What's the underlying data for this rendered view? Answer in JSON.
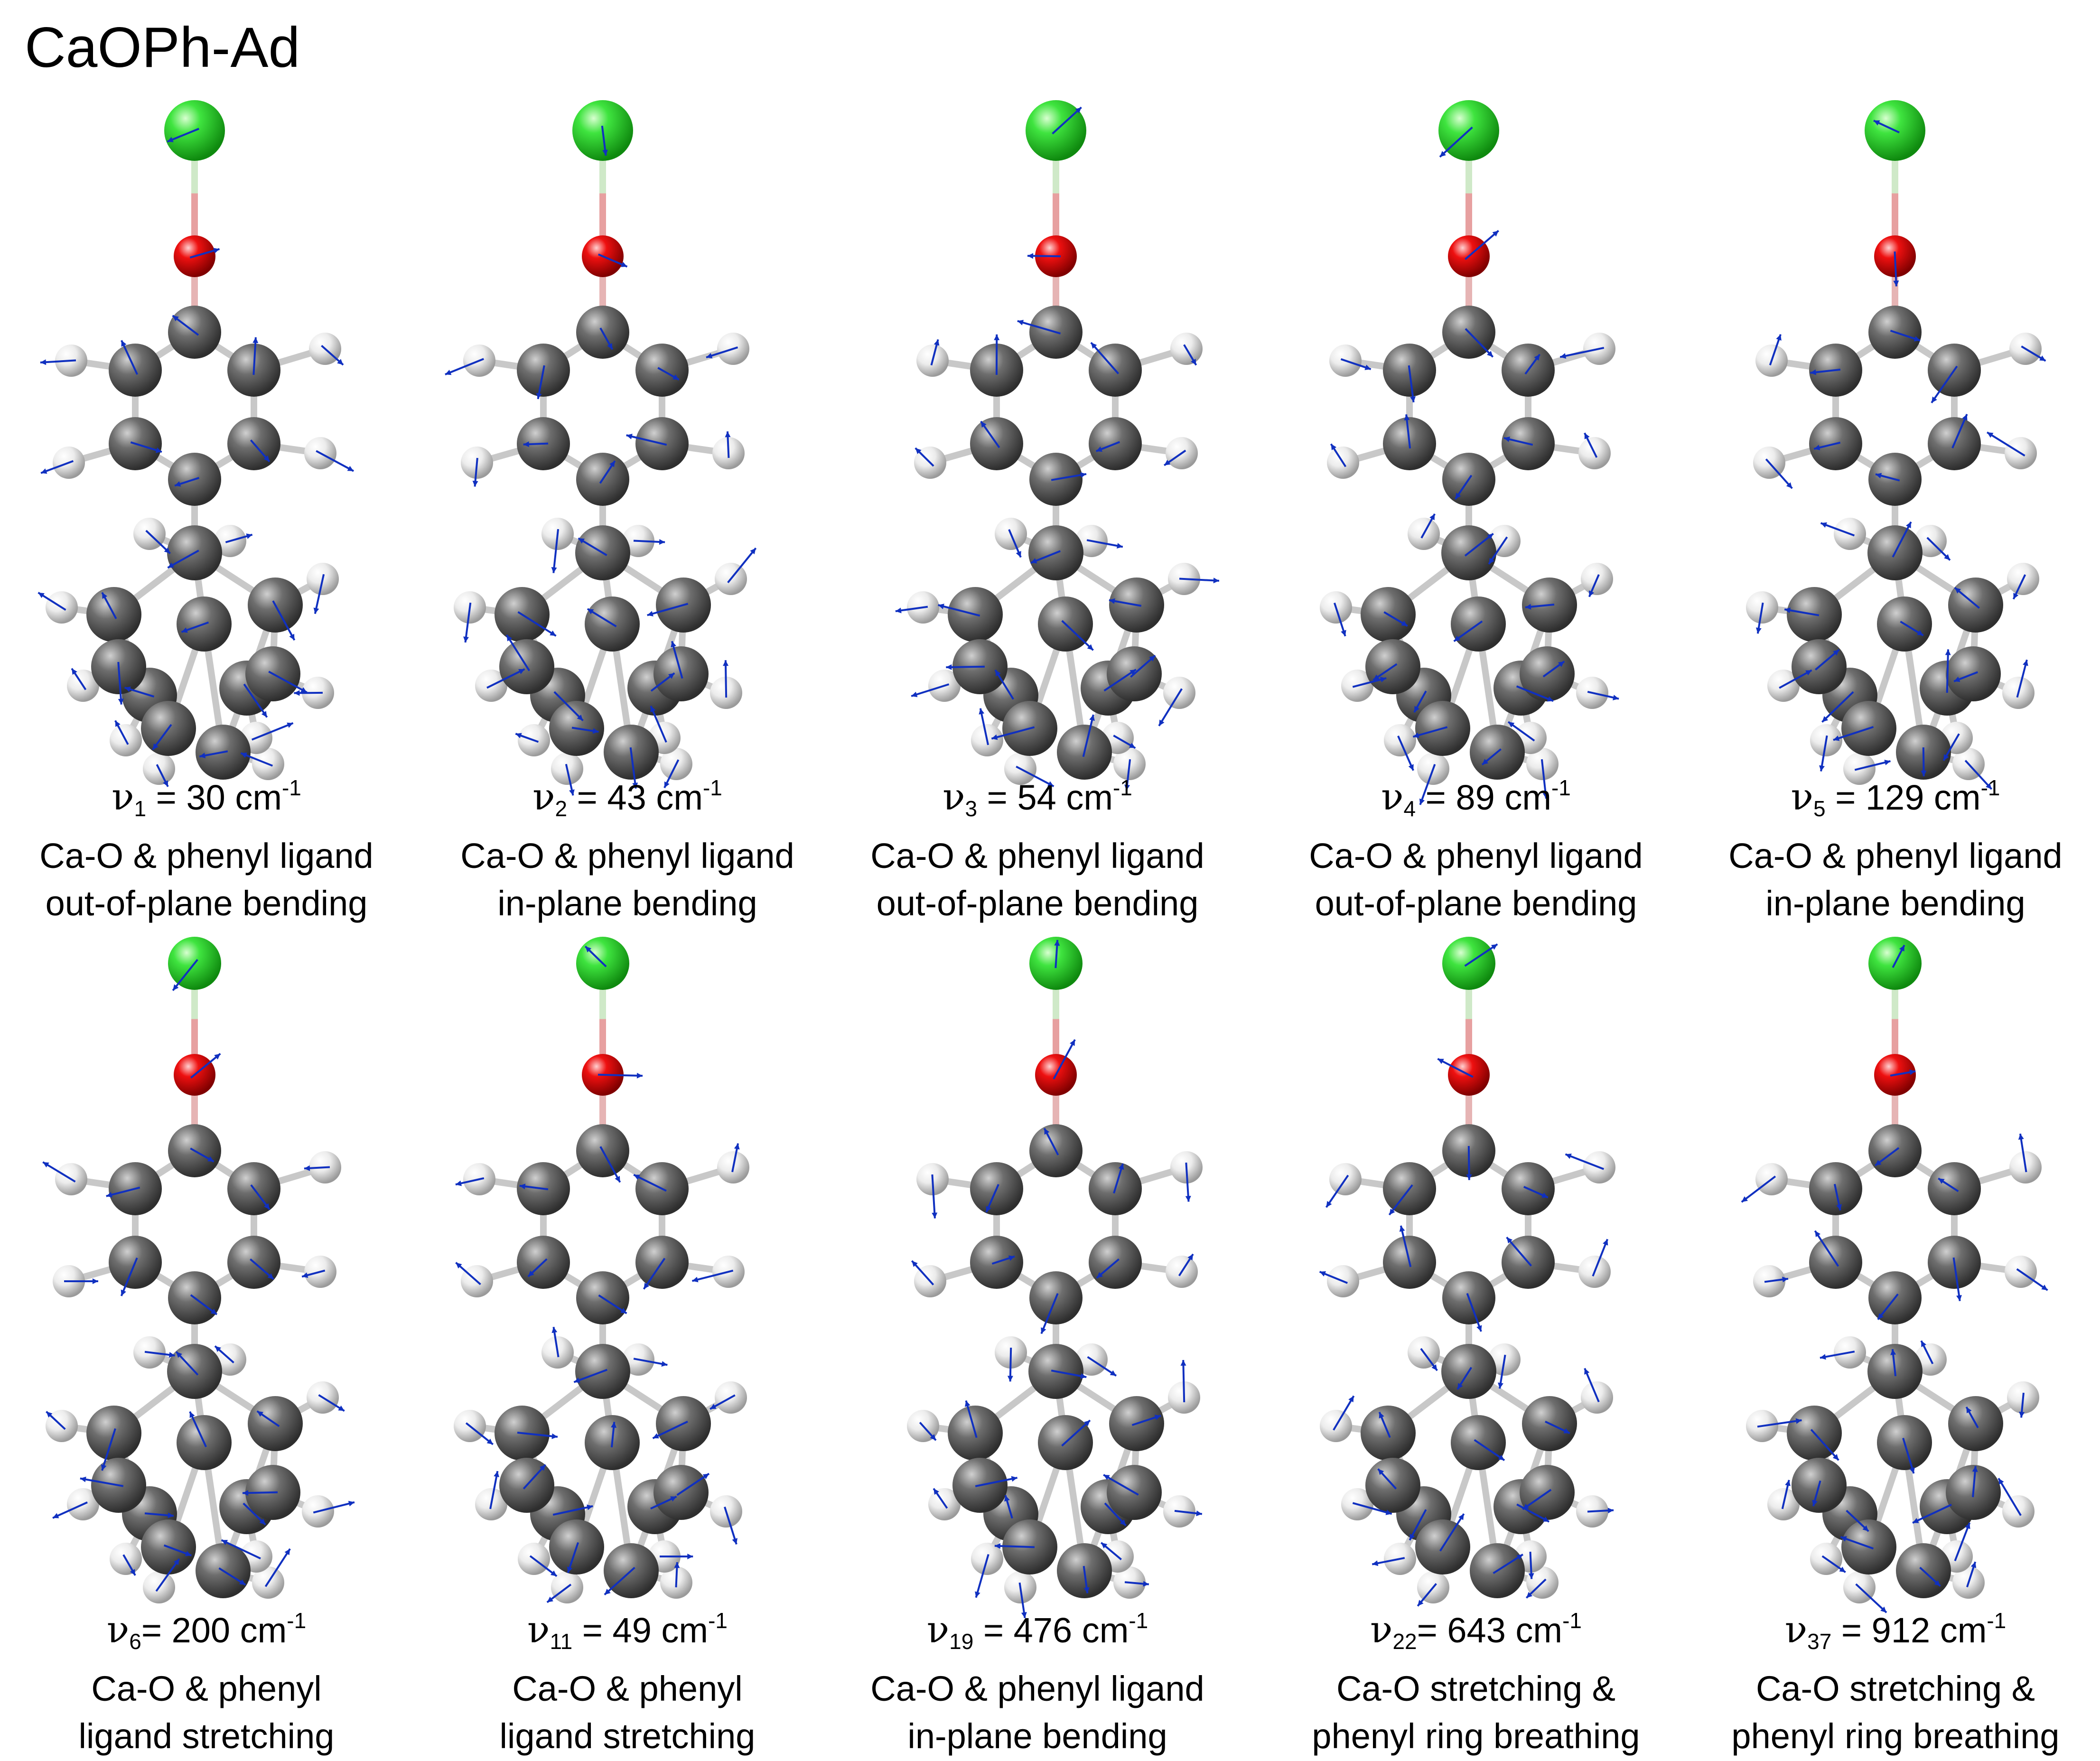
{
  "title": "CaOPh-Ad",
  "modes": [
    {
      "sub": "1",
      "eq": " = 30 cm",
      "line1": "Ca-O & phenyl ligand",
      "line2": "out-of-plane bending"
    },
    {
      "sub": "2",
      "eq": " = 43 cm",
      "line1": "Ca-O & phenyl ligand",
      "line2": "in-plane bending"
    },
    {
      "sub": "3",
      "eq": " = 54 cm",
      "line1": "Ca-O & phenyl ligand",
      "line2": "out-of-plane bending"
    },
    {
      "sub": "4",
      "eq": " = 89 cm",
      "line1": "Ca-O & phenyl  ligand",
      "line2": "out-of-plane bending"
    },
    {
      "sub": "5",
      "eq": " = 129 cm",
      "line1": "Ca-O & phenyl ligand",
      "line2": "in-plane bending"
    },
    {
      "sub": "6",
      "eq": "= 200 cm",
      "line1": "Ca-O & phenyl",
      "line2": "ligand stretching"
    },
    {
      "sub": "11",
      "eq": " = 49 cm",
      "line1": "Ca-O & phenyl",
      "line2": "ligand stretching"
    },
    {
      "sub": "19",
      "eq": " = 476 cm",
      "line1": "Ca-O & phenyl ligand",
      "line2": "in-plane bending"
    },
    {
      "sub": "22",
      "eq": "= 643 cm",
      "line1": "Ca-O stretching &",
      "line2": "phenyl ring breathing"
    },
    {
      "sub": "37",
      "eq": " = 912 cm",
      "line1": "Ca-O stretching &",
      "line2": "phenyl ring breathing"
    }
  ],
  "nu_symbol": "ν",
  "unit_exponent": "-1",
  "colors": {
    "calcium": "#22dd22",
    "oxygen": "#e00000",
    "carbon": "#6a6a6a",
    "hydrogen": "#e8e8e8",
    "bond": "#c8c8c8",
    "displacement_arrow": "#1030c0"
  }
}
